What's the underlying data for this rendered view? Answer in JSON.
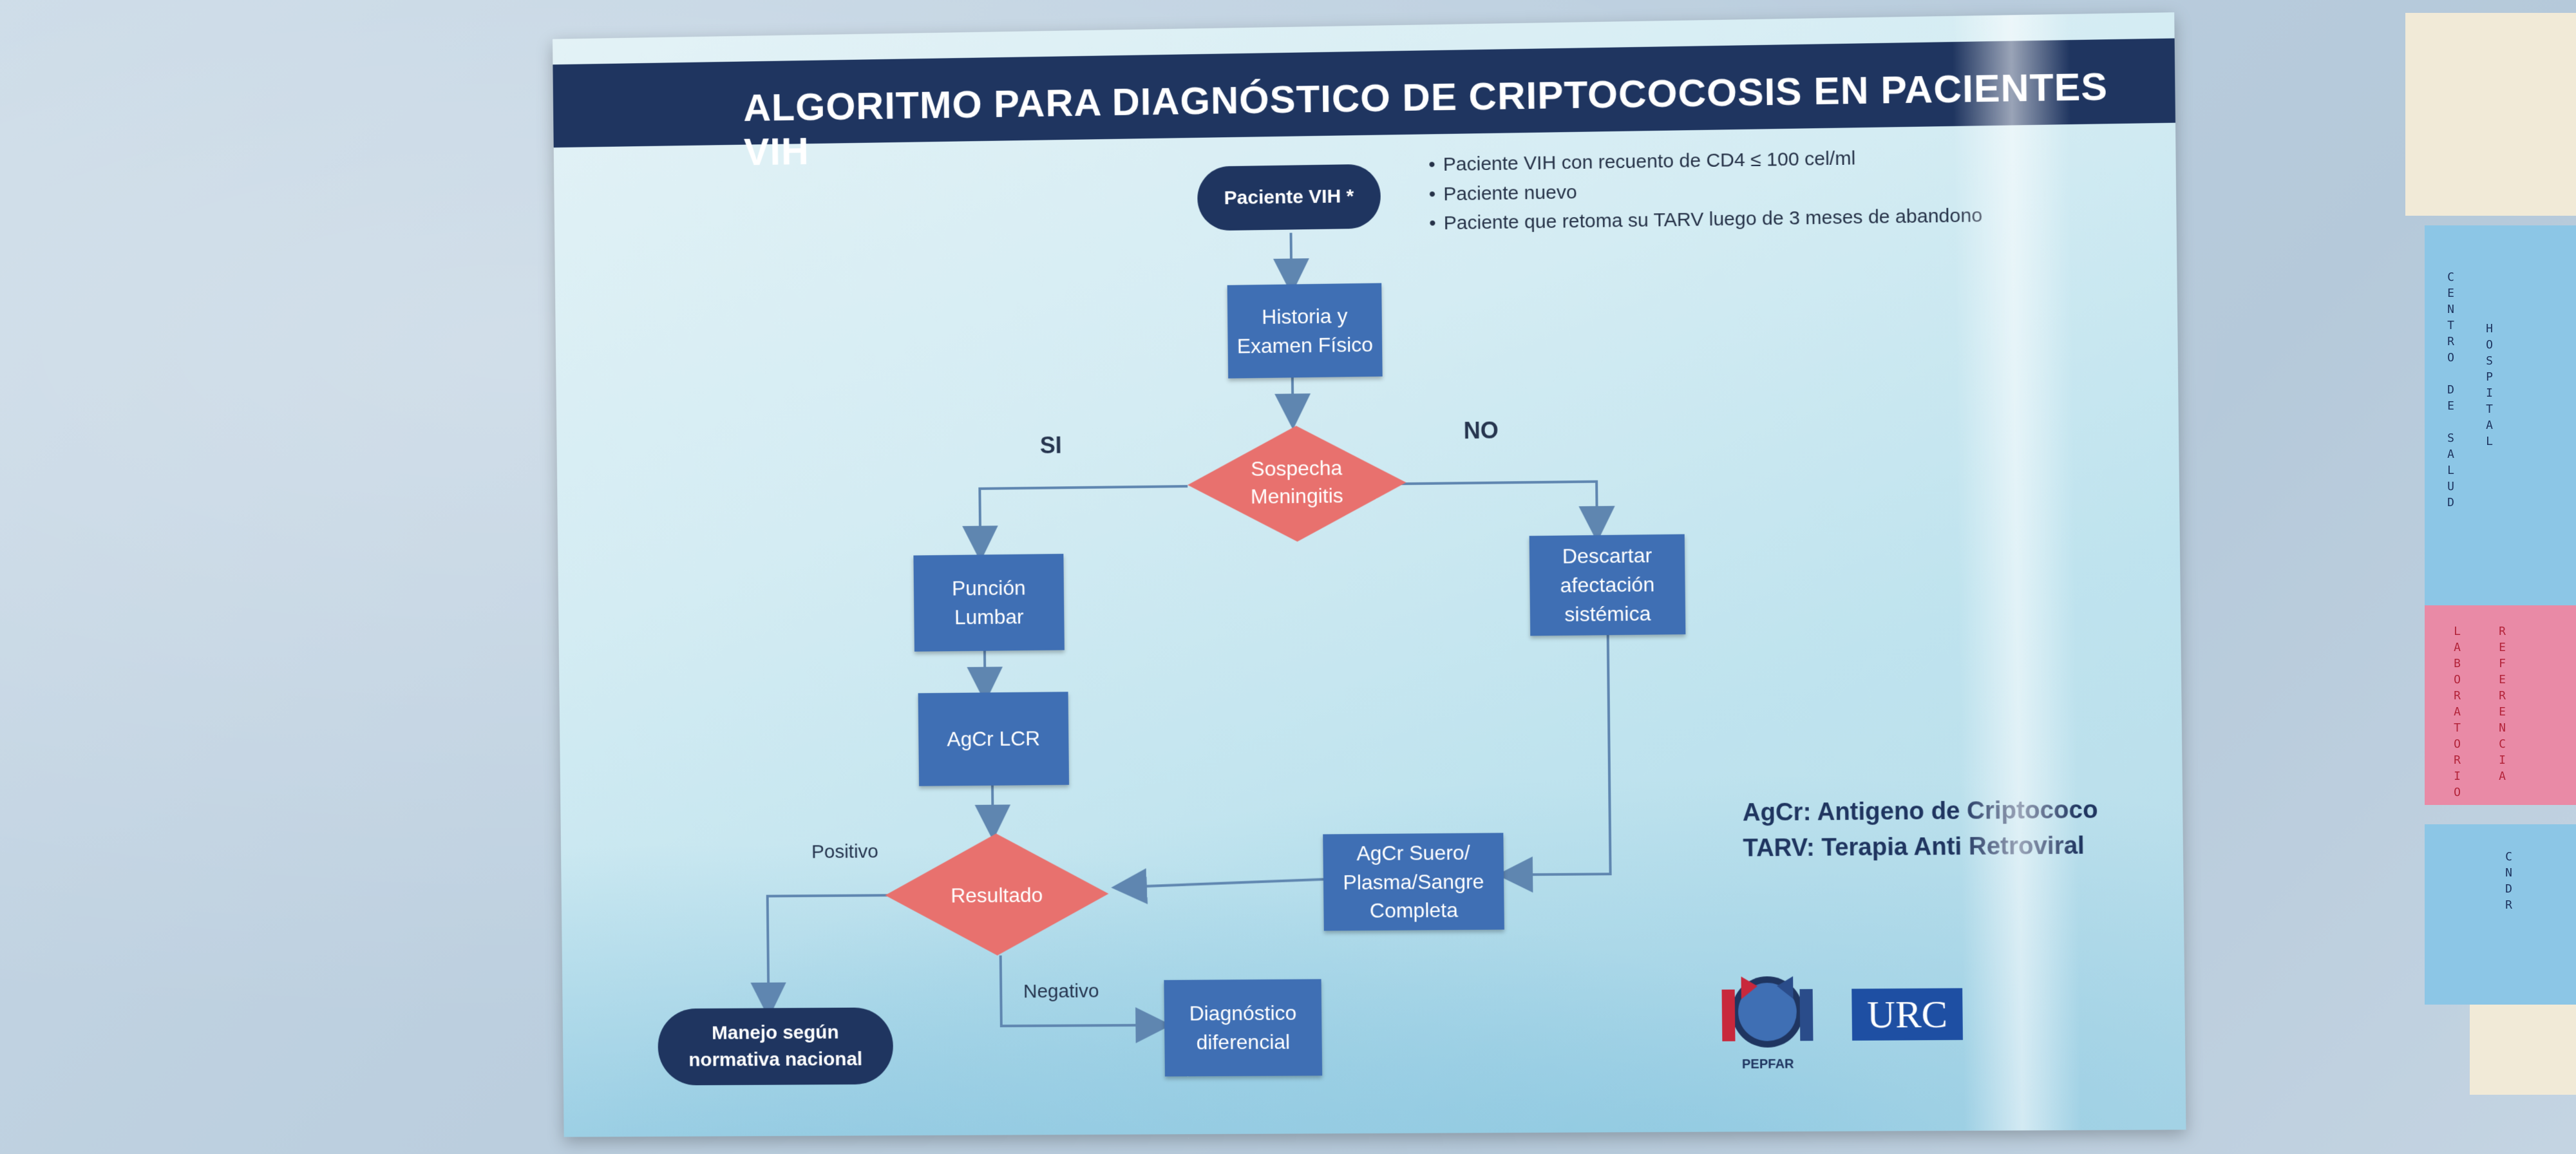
{
  "title": "ALGORITMO PARA DIAGNÓSTICO DE CRIPTOCOCOSIS EN PACIENTES VIH",
  "criteria": [
    "Paciente VIH con recuento de CD4 ≤ 100 cel/ml",
    "Paciente nuevo",
    "Paciente que retoma su TARV luego de 3 meses de abandono"
  ],
  "nodes": {
    "start": "Paciente VIH *",
    "history_l1": "Historia y",
    "history_l2": "Examen Físico",
    "suspicion_l1": "Sospecha",
    "suspicion_l2": "Meningitis",
    "puncture_l1": "Punción",
    "puncture_l2": "Lumbar",
    "agcr_lcr": "AgCr LCR",
    "rule_out_l1": "Descartar",
    "rule_out_l2": "afectación",
    "rule_out_l3": "sistémica",
    "serum_l1": "AgCr Suero/",
    "serum_l2": "Plasma/Sangre",
    "serum_l3": "Completa",
    "result": "Resultado",
    "management_l1": "Manejo según",
    "management_l2": "normativa nacional",
    "differential_l1": "Diagnóstico",
    "differential_l2": "diferencial"
  },
  "edge_labels": {
    "yes": "SI",
    "no": "NO",
    "positive": "Positivo",
    "negative": "Negativo"
  },
  "legend": [
    "AgCr: Antigeno de Criptococo",
    "TARV: Terapia Anti Retroviral"
  ],
  "logos": {
    "pepfar": "PEPFAR",
    "urc": "URC"
  },
  "side_sign": {
    "col1": "CENTRO DE SALUD",
    "col2": "HOSPITAL",
    "col3": "LABORATORIO",
    "col4": "REFERENCIA",
    "col5": "CNDR"
  },
  "colors": {
    "navy": "#1f3560",
    "box_blue": "#3f6fb4",
    "diamond_red": "#e8716e",
    "arrow": "#5f86b0"
  }
}
